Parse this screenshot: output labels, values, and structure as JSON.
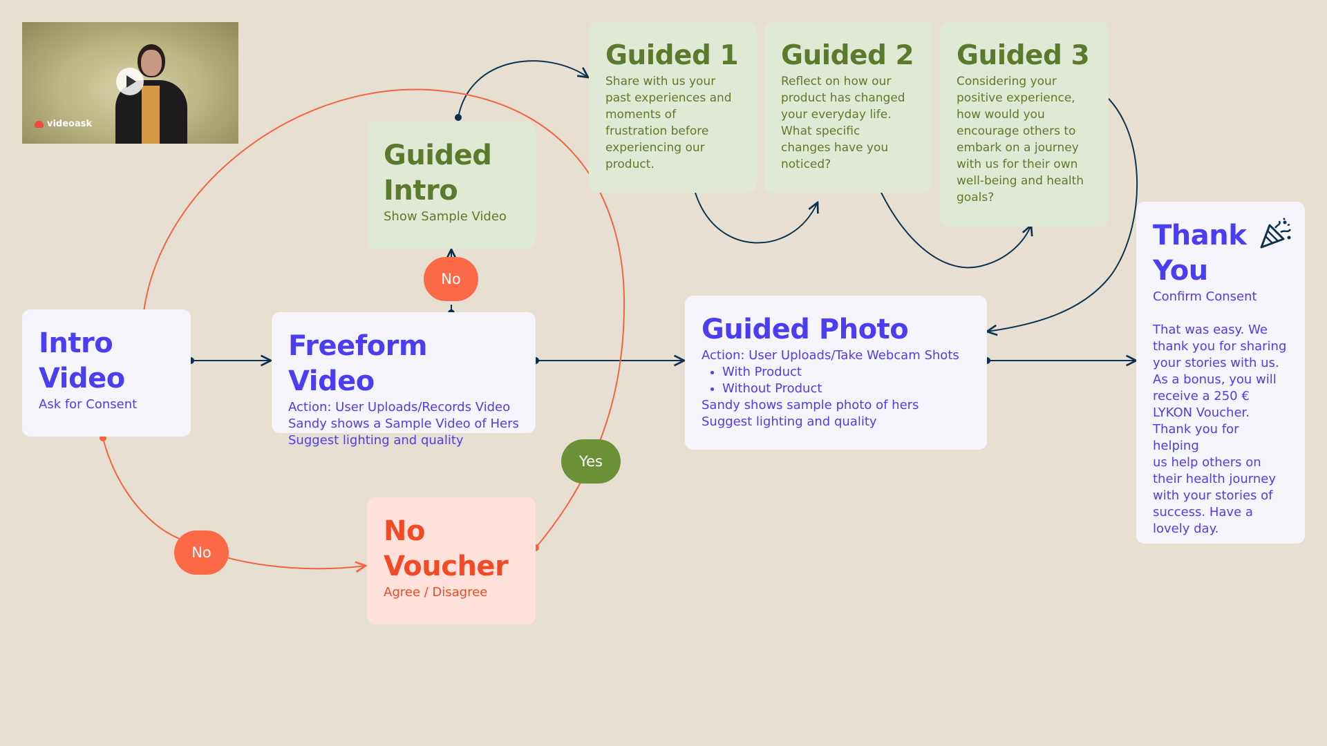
{
  "video_thumb": {
    "brand_label": "videoask"
  },
  "cards": {
    "intro_video": {
      "title_line1": "Intro",
      "title_line2": "Video",
      "subtitle": "Ask for Consent"
    },
    "freeform_video": {
      "title": "Freeform Video",
      "lines": [
        "Action: User Uploads/Records Video",
        "Sandy shows a Sample Video of Hers",
        "Suggest lighting and quality"
      ]
    },
    "guided_intro": {
      "title_line1": "Guided",
      "title_line2": "Intro",
      "subtitle": "Show Sample Video"
    },
    "guided_1": {
      "title": "Guided 1",
      "lines": [
        "Share with us your",
        "past experiences and",
        "moments of",
        "frustration before",
        "experiencing our",
        "product."
      ]
    },
    "guided_2": {
      "title": "Guided 2",
      "lines": [
        "Reflect on how our",
        "product has changed",
        "your everyday life.",
        "What specific",
        "changes have you",
        "noticed?"
      ]
    },
    "guided_3": {
      "title": "Guided 3",
      "lines": [
        "Considering your",
        "positive experience,",
        "how would you",
        "encourage others to",
        "embark on a journey",
        "with us for their own",
        "well-being and health",
        "goals?"
      ]
    },
    "guided_photo": {
      "title": "Guided Photo",
      "action": "Action: User Uploads/Take Webcam Shots",
      "bullets": [
        "With Product",
        "Without Product"
      ],
      "lines": [
        "Sandy shows sample photo of hers",
        "Suggest lighting and quality"
      ]
    },
    "no_voucher": {
      "title_line1": "No",
      "title_line2": "Voucher",
      "subtitle": "Agree / Disagree"
    },
    "thank_you": {
      "title_line1": "Thank",
      "title_line2": "You",
      "subtitle": "Confirm Consent",
      "lines": [
        "That was easy. We",
        "thank you for sharing",
        "your stories with us.",
        "As a bonus, you will",
        "receive a 250 €",
        "LYKON Voucher.",
        "Thank you for helping",
        "us help others on",
        "their health journey",
        "with your stories of",
        "success. Have a",
        "lovely day."
      ]
    }
  },
  "decisions": {
    "no_top": "No",
    "no_bottom": "No",
    "yes": "Yes"
  },
  "colors": {
    "background": "#e8dfd3",
    "navy_connector": "#0b3150",
    "orange_connector": "#f4633f",
    "purple_text": "#4a3ef0",
    "green_text": "#5b7a2e",
    "red_text": "#f24a24"
  },
  "icons": {
    "thank_you_icon": "party-popper-icon"
  }
}
